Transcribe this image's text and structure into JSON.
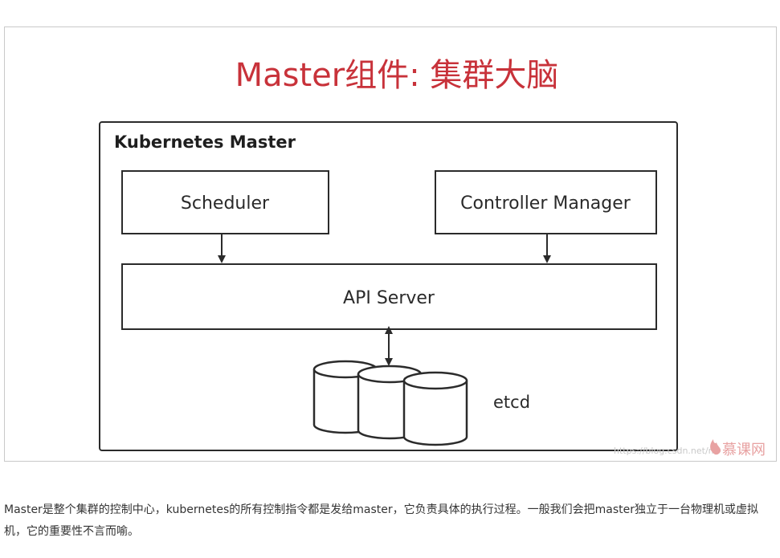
{
  "slide": {
    "title": "Master组件: 集群大脑",
    "master_box_label": "Kubernetes Master",
    "scheduler_label": "Scheduler",
    "controller_manager_label": "Controller Manager",
    "api_server_label": "API Server",
    "etcd_label": "etcd"
  },
  "watermark": {
    "url": "https://blog.csdn.net/m",
    "brand": "慕课网"
  },
  "caption": {
    "text": "Master是整个集群的控制中心，kubernetes的所有控制指令都是发给master，它负责具体的执行过程。一般我们会把master独立于一台物理机或虚拟机，它的重要性不言而喻。"
  },
  "colors": {
    "title": "#c8323a",
    "stroke": "#2b2b2b",
    "text": "#333333"
  }
}
